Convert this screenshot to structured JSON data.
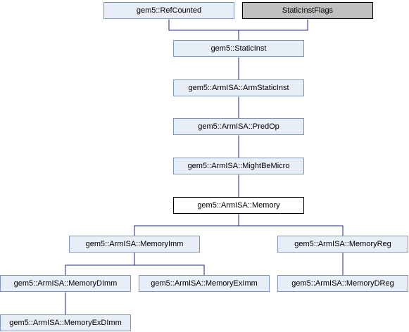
{
  "nodes": {
    "refcounted": "gem5::RefCounted",
    "staticinstflags": "StaticInstFlags",
    "staticinst": "gem5::StaticInst",
    "armstaticinst": "gem5::ArmISA::ArmStaticInst",
    "predop": "gem5::ArmISA::PredOp",
    "mightbemicro": "gem5::ArmISA::MightBeMicro",
    "memory": "gem5::ArmISA::Memory",
    "memoryimm": "gem5::ArmISA::MemoryImm",
    "memoryreg": "gem5::ArmISA::MemoryReg",
    "memorydimm": "gem5::ArmISA::MemoryDImm",
    "memoryeximm": "gem5::ArmISA::MemoryExImm",
    "memorydreg": "gem5::ArmISA::MemoryDReg",
    "memoryexdimm": "gem5::ArmISA::MemoryExDImm"
  },
  "colors": {
    "node_fill": "#e8eef7",
    "node_border": "#7f95bc",
    "edge": "#1a237e",
    "current_fill": "#ffffff",
    "external_fill": "#bfbfbf"
  },
  "edges": [
    [
      "staticinst",
      "refcounted"
    ],
    [
      "staticinst",
      "staticinstflags"
    ],
    [
      "armstaticinst",
      "staticinst"
    ],
    [
      "predop",
      "armstaticinst"
    ],
    [
      "mightbemicro",
      "predop"
    ],
    [
      "memory",
      "mightbemicro"
    ],
    [
      "memoryimm",
      "memory"
    ],
    [
      "memoryreg",
      "memory"
    ],
    [
      "memorydimm",
      "memoryimm"
    ],
    [
      "memoryeximm",
      "memoryimm"
    ],
    [
      "memorydreg",
      "memoryreg"
    ],
    [
      "memoryexdimm",
      "memorydimm"
    ]
  ]
}
